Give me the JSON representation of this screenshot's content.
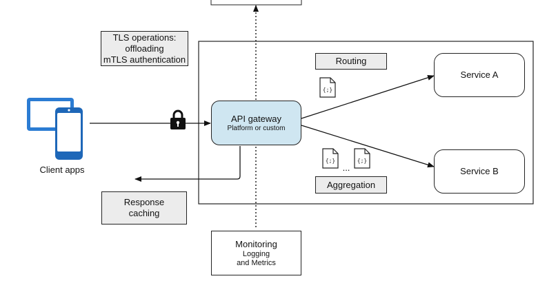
{
  "tls_note": {
    "line1": "TLS operations:",
    "line2": "offloading",
    "line3": "mTLS authentication"
  },
  "client": {
    "label": "Client apps"
  },
  "gateway": {
    "title": "API gateway",
    "subtitle": "Platform or custom"
  },
  "routing": {
    "label": "Routing"
  },
  "aggregation": {
    "label": "Aggregation",
    "ellipsis": "..."
  },
  "service_a": {
    "label": "Service A"
  },
  "service_b": {
    "label": "Service B"
  },
  "response_caching": {
    "line1": "Response",
    "line2": "caching"
  },
  "monitoring": {
    "title": "Monitoring",
    "line1": "Logging",
    "line2": "and Metrics"
  },
  "colors": {
    "gateway_fill": "#cfe6f1",
    "device_blue": "#2b7cd3",
    "device_light": "#4a9ae6",
    "note_fill": "#ececec"
  },
  "icons": [
    "devices-icon",
    "lock-icon",
    "json-file-icon"
  ]
}
